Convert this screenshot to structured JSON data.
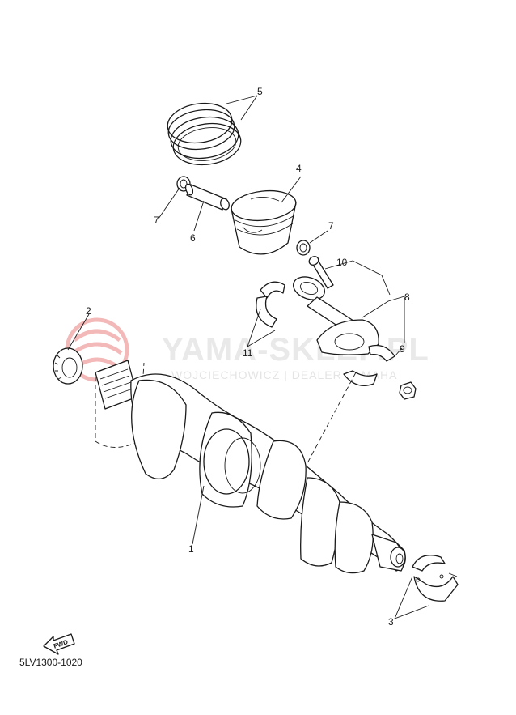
{
  "watermark": {
    "brand": "YAMA-SKLEP.PL",
    "tagline": "WOJCIECHOWICZ | DEALER YAMAHA",
    "logo_color": "#f3b8b8",
    "text_color": "#e9e9e9"
  },
  "diagram_code": "5LV1300-1020",
  "fwd_label": "FWD",
  "callouts": {
    "c1": "1",
    "c2": "2",
    "c3": "3",
    "c4": "4",
    "c5": "5",
    "c6": "6",
    "c7a": "7",
    "c7b": "7",
    "c8": "8",
    "c9": "9",
    "c10": "10",
    "c11": "11"
  }
}
